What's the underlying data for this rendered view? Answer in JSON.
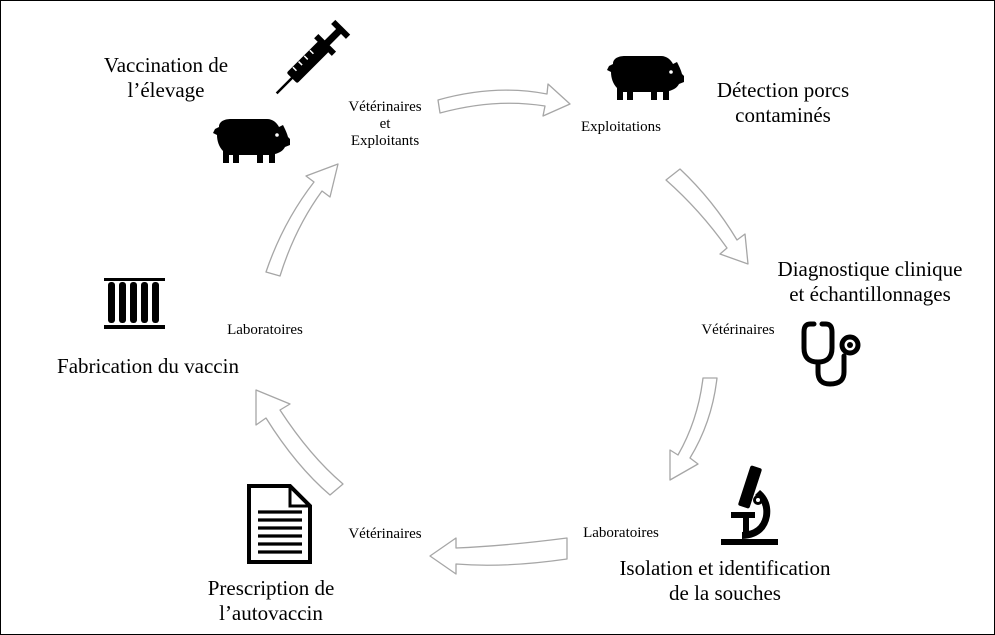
{
  "steps": {
    "vaccination": [
      "Vaccination de",
      "l’élevage"
    ],
    "detection": [
      "Détection porcs",
      "contaminés"
    ],
    "diagnostic": [
      "Diagnostique clinique",
      "et échantillonnages"
    ],
    "isolation": [
      "Isolation et identification",
      "de la souches"
    ],
    "prescription": [
      "Prescription de",
      "l’autovaccin"
    ],
    "fabrication": [
      "Fabrication du vaccin"
    ]
  },
  "actors": {
    "vet_exploitants": [
      "Vétérinaires",
      "et",
      "Exploitants"
    ],
    "exploitations": "Exploitations",
    "veterinaires_right": "Vétérinaires",
    "laboratoires_bottom": "Laboratoires",
    "veterinaires_bottom": "Vétérinaires",
    "laboratoires_left": "Laboratoires"
  },
  "icons": {
    "vaccination": [
      "syringe-icon",
      "pig-icon"
    ],
    "detection": "pig-icon",
    "diagnostic": "stethoscope-icon",
    "isolation": "microscope-icon",
    "prescription": "document-icon",
    "fabrication": "test-tubes-icon"
  },
  "colors": {
    "arrow_stroke": "#a6a6a6",
    "icon_fill": "#000000"
  }
}
